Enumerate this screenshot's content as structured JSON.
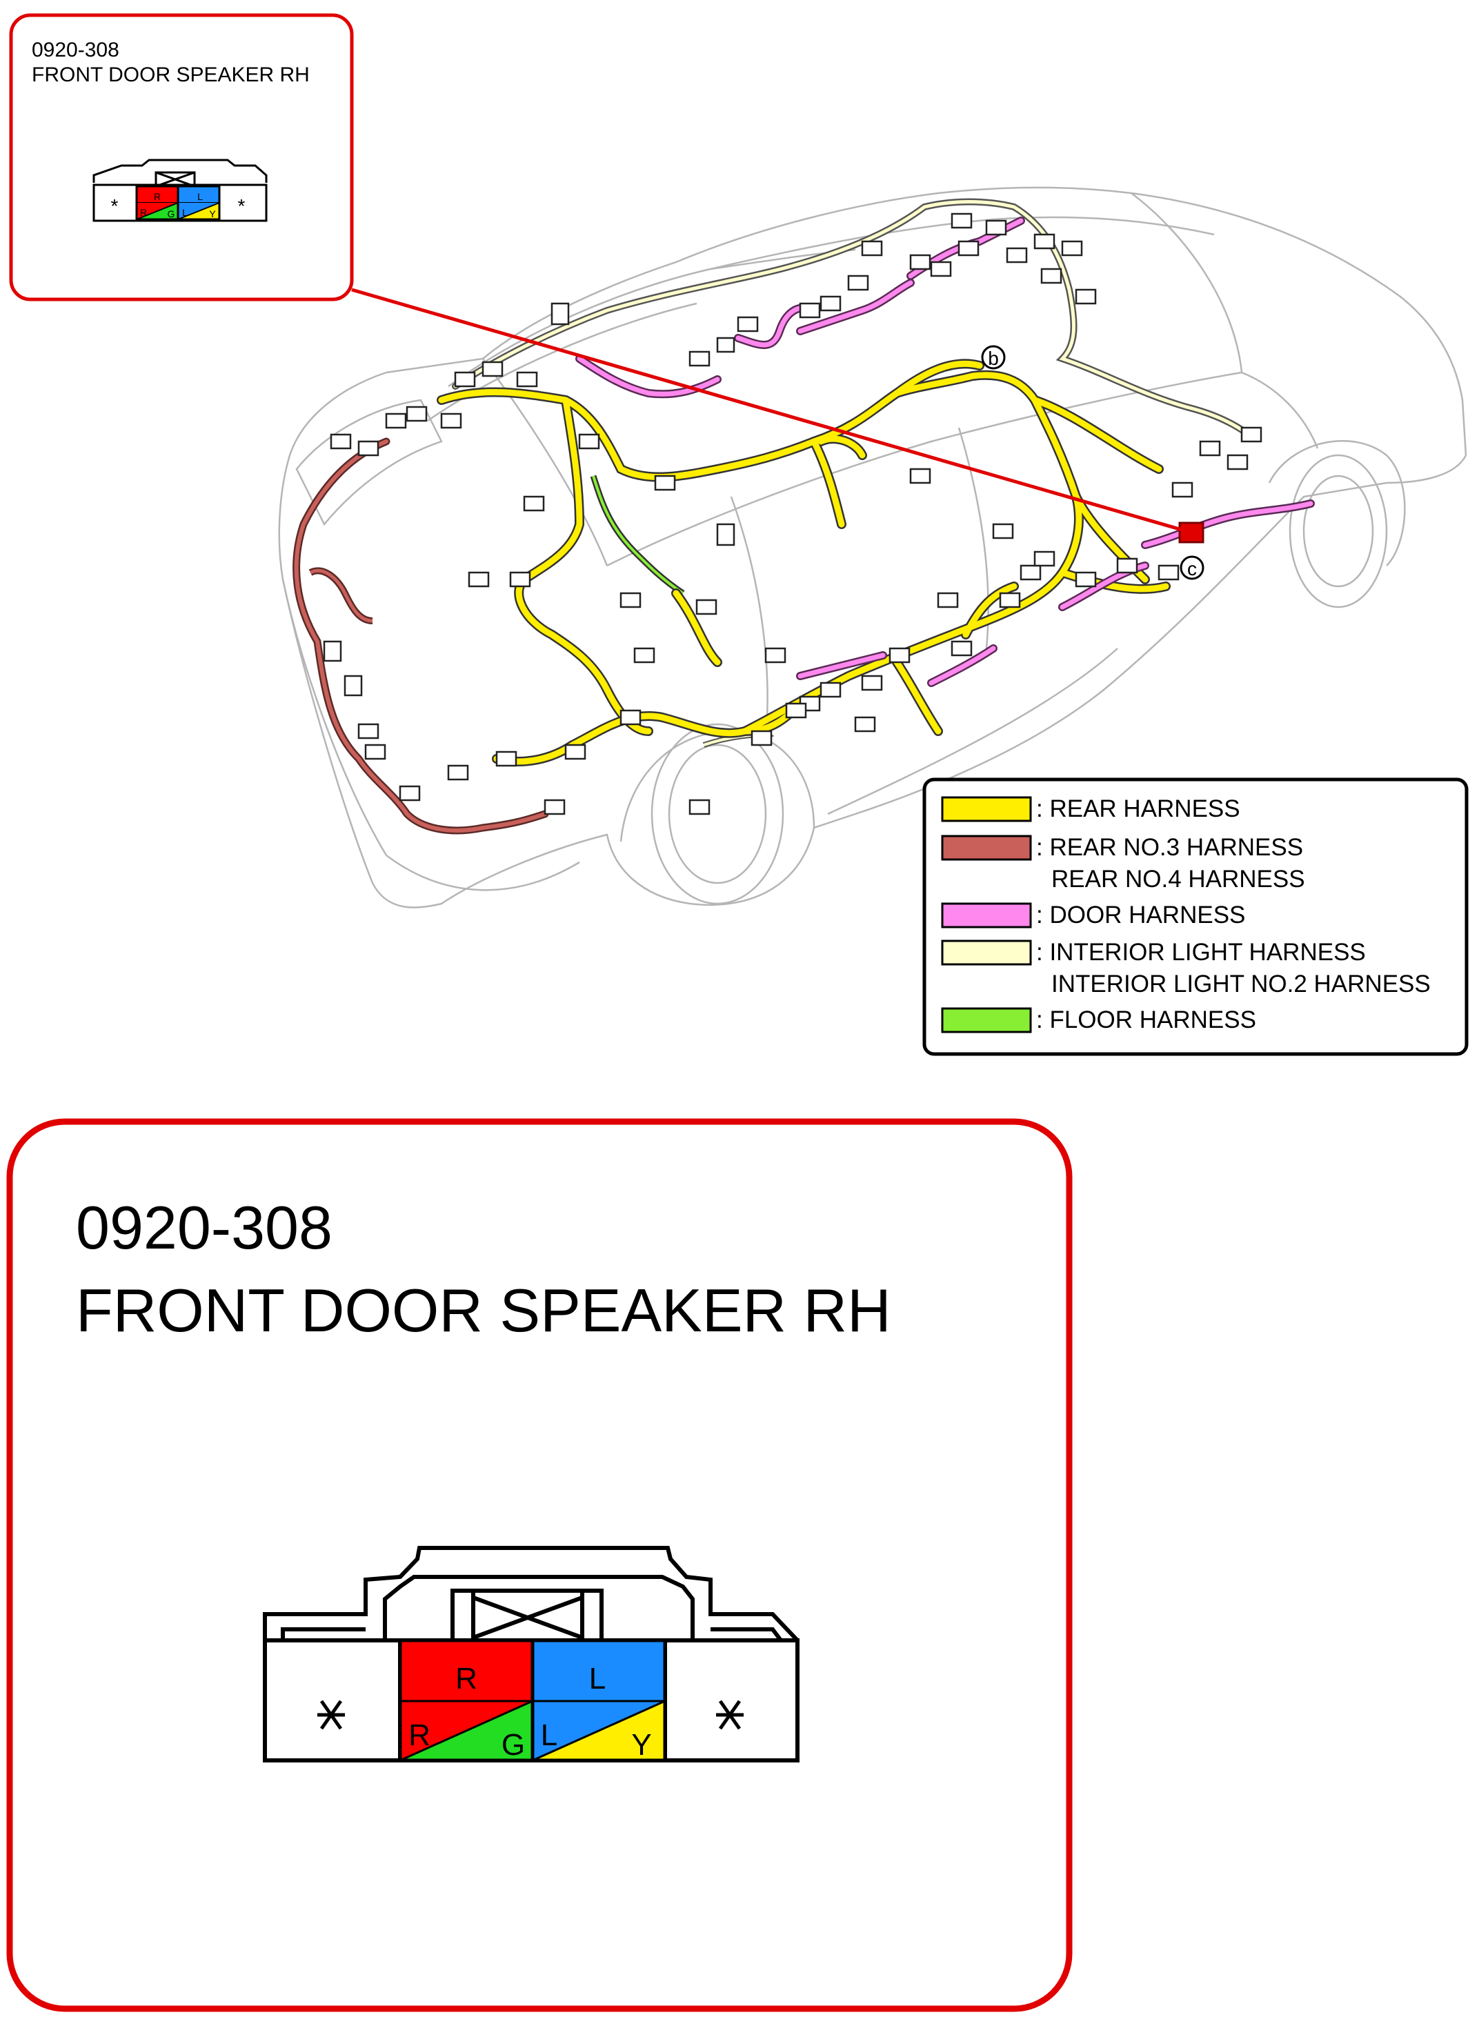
{
  "connector": {
    "id": "0920-308",
    "name": "FRONT DOOR SPEAKER RH",
    "pins": {
      "top_left": {
        "label": "R",
        "color": "#ff0000"
      },
      "bottom_left_a": {
        "label": "R",
        "color": "#ff0000"
      },
      "bottom_left_b": {
        "label": "G",
        "color": "#22dd22"
      },
      "top_right": {
        "label": "L",
        "color": "#1a8cff"
      },
      "bottom_right_a": {
        "label": "L",
        "color": "#1a8cff"
      },
      "bottom_right_b": {
        "label": "Y",
        "color": "#ffee00"
      },
      "empty_marker": "*"
    }
  },
  "callouts": {
    "b": "b",
    "c": "c"
  },
  "legend": [
    {
      "swatch": "#ffee00",
      "lines": [
        ": REAR HARNESS"
      ]
    },
    {
      "swatch": "#c9605a",
      "lines": [
        ": REAR NO.3 HARNESS",
        "REAR NO.4 HARNESS"
      ]
    },
    {
      "swatch": "#ff88ee",
      "lines": [
        ": DOOR HARNESS"
      ]
    },
    {
      "swatch": "#ffffcc",
      "lines": [
        ": INTERIOR LIGHT HARNESS",
        "INTERIOR LIGHT NO.2 HARNESS"
      ]
    },
    {
      "swatch": "#88ee33",
      "lines": [
        ": FLOOR HARNESS"
      ]
    }
  ],
  "colors": {
    "frame_red": "#e00000",
    "rear_harness": "#ffee00",
    "rear_no3_harness": "#b05a55",
    "door_harness": "#dd77dd",
    "interior_light": "#cccc99",
    "floor_harness": "#88ee33"
  }
}
